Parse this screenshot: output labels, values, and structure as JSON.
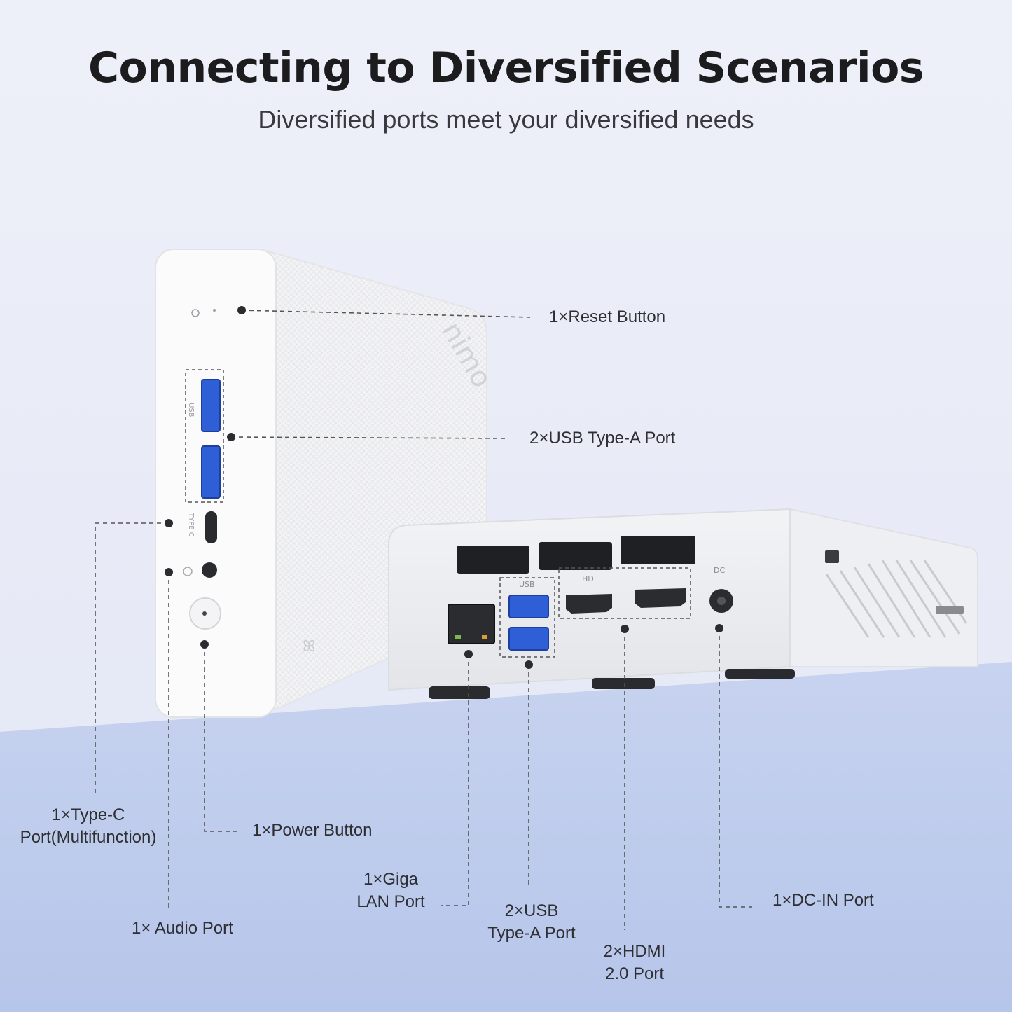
{
  "header": {
    "title": "Connecting to Diversified Scenarios",
    "subtitle": "Diversified ports meet your diversified needs"
  },
  "device": {
    "brand_logo": "nimo",
    "front_usb_mark": "USB",
    "front_typec_mark": "TYPE C",
    "rear_usb_mark": "USB",
    "rear_hdmi_mark": "HD",
    "rear_dc_mark": "DC"
  },
  "callouts": {
    "reset_button": "1×Reset Button",
    "usb_front": "2×USB Type-A Port",
    "type_c_line1": "1×Type-C",
    "type_c_line2": "Port(Multifunction)",
    "power_button": "1×Power Button",
    "audio_port": "1× Audio Port",
    "lan_line1": "1×Giga",
    "lan_line2": "LAN Port",
    "usb_rear_line1": "2×USB",
    "usb_rear_line2": "Type-A Port",
    "hdmi_line1": "2×HDMI",
    "hdmi_line2": "2.0 Port",
    "dc_in": "1×DC-IN Port"
  },
  "colors": {
    "usb_port_blue": "#2f5fd6",
    "desk_blue": "#bccbeb",
    "background": "#eceef8"
  }
}
